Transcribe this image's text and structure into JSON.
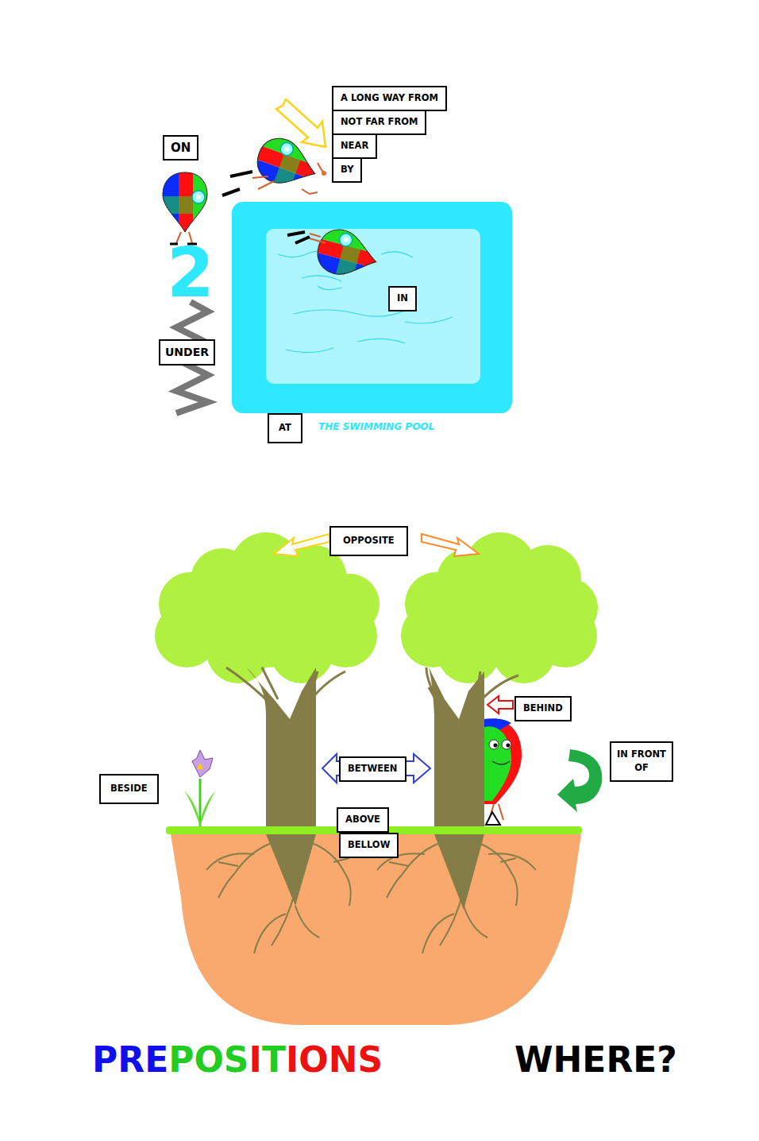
{
  "diagram": {
    "title": "PREPOSITIONS",
    "nodes": [
      {
        "text": [
          "A LONG WAY FROM"
        ]
      },
      {
        "text": [
          "NOT FAR FROM"
        ]
      },
      {
        "text": [
          "NEAR"
        ]
      },
      {
        "text": [
          "BY"
        ]
      },
      {
        "text": [
          "ON"
        ]
      },
      {
        "text": [
          "IN"
        ]
      },
      {
        "text": [
          "UNDER"
        ]
      },
      {
        "text": [
          "AT"
        ]
      },
      {
        "text": [
          "OPPOSITE"
        ]
      },
      {
        "text": [
          "BEHIND"
        ]
      },
      {
        "text": [
          "IN FRONT OF"
        ]
      },
      {
        "text": [
          "BETWEEN"
        ]
      },
      {
        "text": [
          "BESIDE"
        ]
      },
      {
        "text": [
          "ABOVE"
        ]
      },
      {
        "text": [
          "BELLOW"
        ]
      }
    ],
    "edges": [],
    "labels": [
      "2",
      "THE SWIMMING POOL",
      "WHERE?"
    ]
  }
}
